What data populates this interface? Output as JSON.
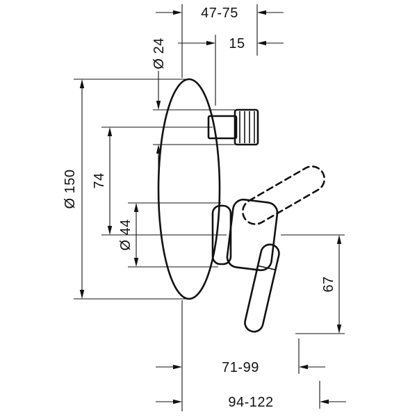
{
  "figure": {
    "background": "#ffffff",
    "line_color": "#111111",
    "style": "black-on-white technical line drawing, side view of concealed single-lever mixer with escutcheon plate, spout sleeve and lever (solid and swung dashed position)"
  },
  "dimensions": {
    "wall_to_spout_tip": "47-75",
    "spout_sleeve_length": "15",
    "spout_diameter": "Ø 24",
    "plate_diameter": "Ø 150",
    "spout_to_valve_axis": "74",
    "valve_diameter": "Ø 44",
    "lever_drop": "67",
    "lever_projection": "71-99",
    "max_projection": "94-122"
  }
}
